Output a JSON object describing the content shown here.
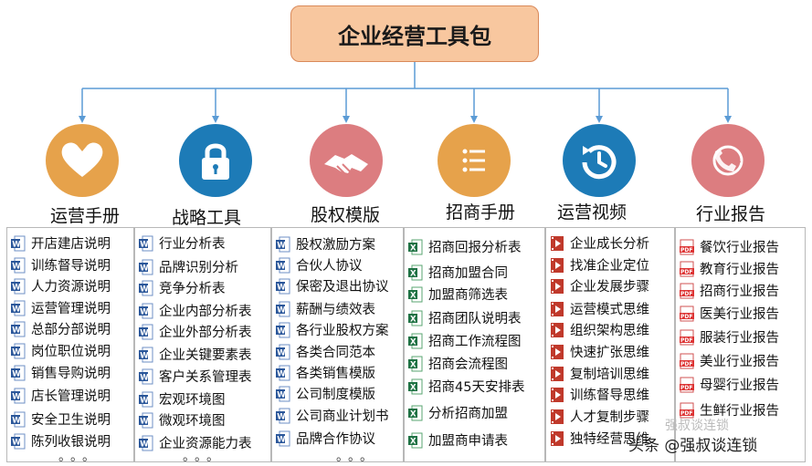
{
  "title": "企业经营工具包",
  "colors": {
    "orange": "#e6a24b",
    "blue": "#1d7bb7",
    "pink": "#dc7d80",
    "title_fill": "#f8c79f",
    "connector": "#5b9bd5"
  },
  "categories": [
    {
      "label": "运营手册",
      "icon": "heart-icon",
      "color": "#e6a24b",
      "file_type": "word",
      "items": [
        "开店建店说明",
        "训练督导说明",
        "人力资源说明",
        "运营管理说明",
        "总部分部说明",
        "岗位职位说明",
        "销售导购说明",
        "店长管理说明",
        "安全卫生说明",
        "陈列收银说明"
      ]
    },
    {
      "label": "战略工具",
      "icon": "padlock-icon",
      "color": "#1d7bb7",
      "file_type": "word",
      "items": [
        "行业分析表",
        "品牌识别分析",
        "竞争分析表",
        "企业内部分析表",
        "企业外部分析表",
        "企业关键要素表",
        "客户关系管理表",
        "宏观环境图",
        "微观环境图",
        "企业资源能力表"
      ]
    },
    {
      "label": "股权模版",
      "icon": "handshake-icon",
      "color": "#dc7d80",
      "file_type": "word",
      "items": [
        "股权激励方案",
        "合伙人协议",
        "保密及退出协议",
        "薪酬与绩效表",
        "各行业股权方案",
        "各类合同范本",
        "各类销售模版",
        "公司制度模版",
        "公司商业计划书",
        "品牌合作协议"
      ]
    },
    {
      "label": "招商手册",
      "icon": "list-icon",
      "color": "#e6a24b",
      "file_type": "excel",
      "items": [
        "招商回报分析表",
        "招商加盟合同",
        "加盟商筛选表",
        "招商团队说明表",
        "招商工作流程图",
        "招商会流程图",
        "招商45天安排表",
        "分析招商加盟",
        "加盟商申请表"
      ]
    },
    {
      "label": "运营视频",
      "icon": "history-clock-icon",
      "color": "#1d7bb7",
      "file_type": "video",
      "items": [
        "企业成长分析",
        "找准企业定位",
        "企业发展步骤",
        "运营模式思维",
        "组织架构思维",
        "快速扩张思维",
        "复制培训思维",
        "训练督导思维",
        "人才复制步骤",
        "独特经营思维"
      ]
    },
    {
      "label": "行业报告",
      "icon": "phone-24-icon",
      "color": "#dc7d80",
      "file_type": "pdf",
      "items": [
        "餐饮行业报告",
        "教育行业报告",
        "招商行业报告",
        "医美行业报告",
        "服装行业报告",
        "美业行业报告",
        "母婴行业报告",
        "生鲜行业报告"
      ]
    }
  ],
  "ellipsis": "。。。",
  "watermark": "头条 @强叔谈连锁",
  "watermark_ghost": "强叔谈连锁"
}
